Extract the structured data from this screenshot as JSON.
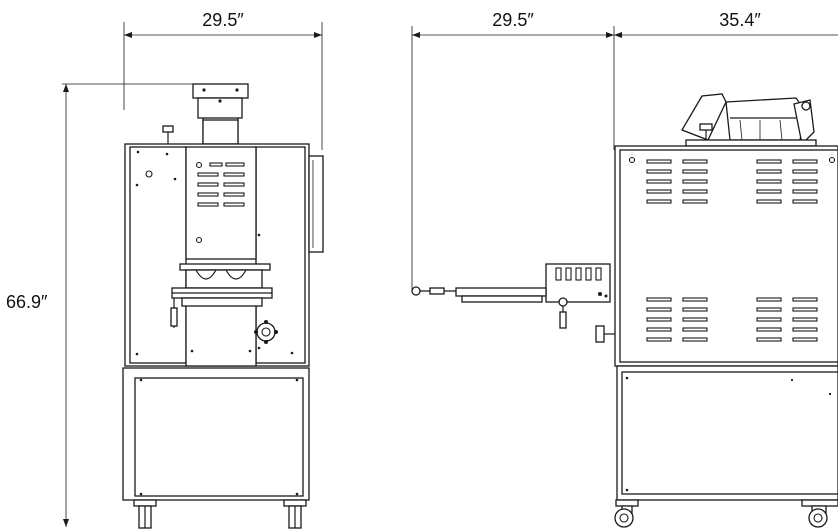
{
  "dimensions": {
    "front_width": "29.5″",
    "overall_height": "66.9″",
    "side_depth_tray": "29.5″",
    "side_depth_body": "35.4″"
  },
  "colors": {
    "line": "#1a1a1a",
    "background": "#ffffff"
  }
}
